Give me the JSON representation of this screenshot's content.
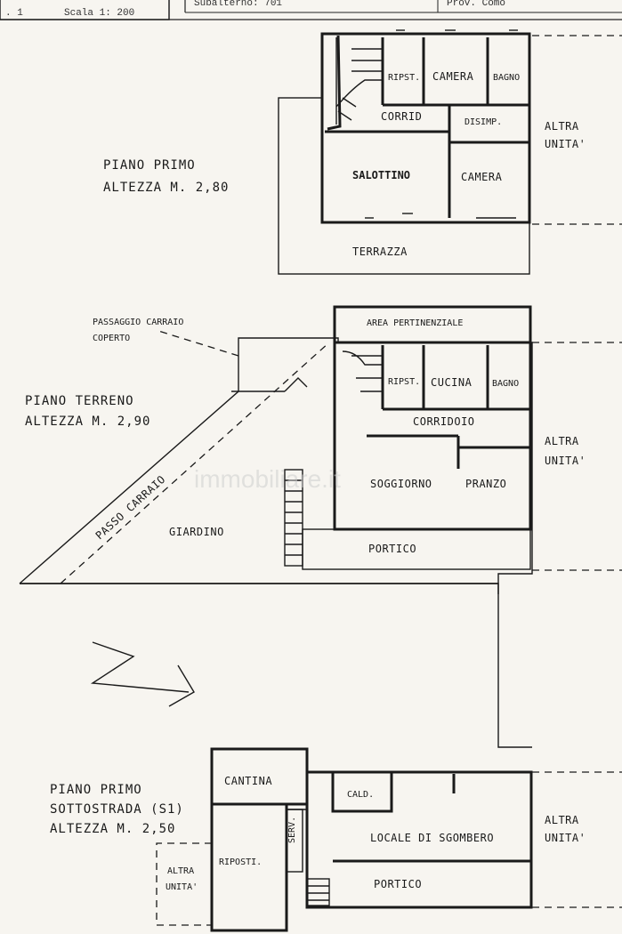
{
  "header": {
    "sheet": ". 1",
    "scale": "Scala 1: 200",
    "subalterno": "Subalterno: 701",
    "provincia": "Prov. Como"
  },
  "floors": {
    "first": {
      "title": "PIANO PRIMO",
      "height": "ALTEZZA M. 2,80",
      "rooms": {
        "ripost": "RIPST.",
        "camera1": "CAMERA",
        "bagno": "BAGNO",
        "corrid": "CORRID",
        "disimp": "DISIMP.",
        "salottino": "SALOTTINO",
        "camera2": "CAMERA",
        "terrazza": "TERRAZZA"
      },
      "other_unit": [
        "ALTRA",
        "UNITA'"
      ]
    },
    "ground": {
      "title": "PIANO TERRENO",
      "height": "ALTEZZA M. 2,90",
      "passage_label": [
        "PASSAGGIO CARRAIO",
        "COPERTO"
      ],
      "rooms": {
        "area": "AREA PERTINENZIALE",
        "ripost": "RIPST.",
        "cucina": "CUCINA",
        "bagno": "BAGNO",
        "corridoio": "CORRIDOIO",
        "soggiorno": "SOGGIORNO",
        "pranzo": "PRANZO",
        "portico": "PORTICO",
        "giardino": "GIARDINO",
        "passo": "PASSO CARRAIO"
      },
      "other_unit": [
        "ALTRA",
        "UNITA'"
      ]
    },
    "basement": {
      "title": "PIANO PRIMO",
      "subtitle": "SOTTOSTRADA (S1)",
      "height": "ALTEZZA M. 2,50",
      "rooms": {
        "cantina": "CANTINA",
        "cald": "CALD.",
        "serv": "SERV.",
        "locale": "LOCALE DI SGOMBERO",
        "ripost": "RIPOSTI.",
        "portico": "PORTICO"
      },
      "other_unit_right": [
        "ALTRA",
        "UNITA'"
      ],
      "other_unit_left": [
        "ALTRA",
        "UNITA'"
      ]
    }
  },
  "watermark": "immobiliare.it"
}
